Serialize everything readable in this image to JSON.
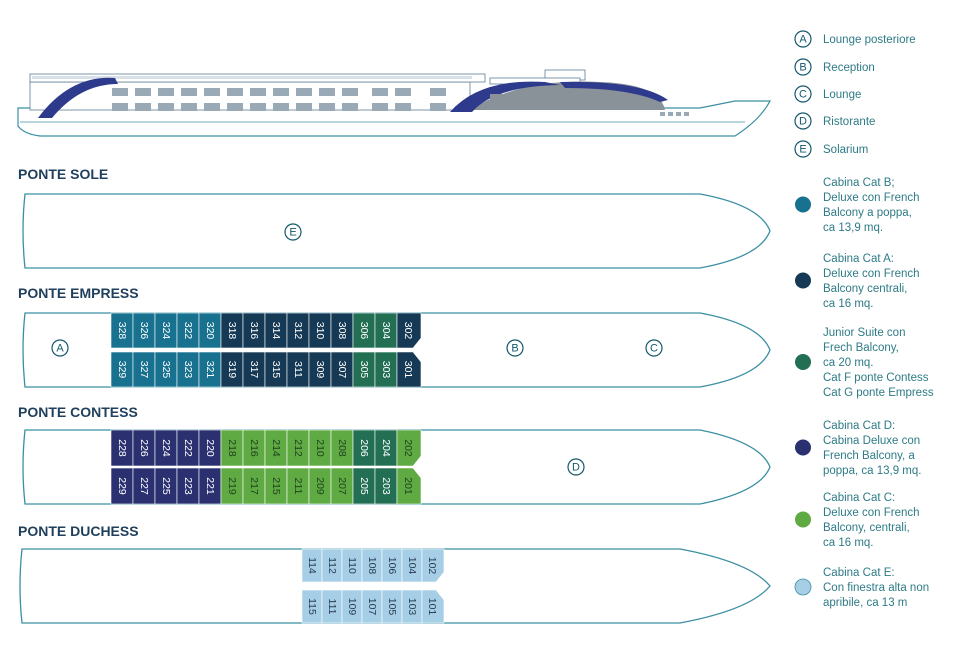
{
  "title": "",
  "colors": {
    "outline": "#3b8fa3",
    "text_teal": "#2e7b86",
    "cat_b": "#17718f",
    "cat_a": "#163a55",
    "junior": "#236f54",
    "cat_d": "#2b3170",
    "cat_c": "#5faa43",
    "cat_e": "#a6cfe7",
    "ship_accent": "#2e3a8c"
  },
  "legend_letters": [
    {
      "letter": "A",
      "label": "Lounge posteriore"
    },
    {
      "letter": "B",
      "label": "Reception"
    },
    {
      "letter": "C",
      "label": "Lounge"
    },
    {
      "letter": "D",
      "label": "Ristorante"
    },
    {
      "letter": "E",
      "label": "Solarium"
    }
  ],
  "legend_categories": [
    {
      "key": "cat_b",
      "lines": [
        "Cabina Cat B;",
        "Deluxe con French",
        "Balcony a poppa,",
        "ca 13,9 mq."
      ]
    },
    {
      "key": "cat_a",
      "lines": [
        "Cabina Cat A:",
        "Deluxe con French",
        "Balcony centrali,",
        "ca 16 mq."
      ]
    },
    {
      "key": "junior",
      "lines": [
        "Junior Suite con",
        "Frech Balcony,",
        "ca 20 mq.",
        "Cat F ponte Contess",
        "Cat G ponte Empress"
      ]
    },
    {
      "key": "cat_d",
      "lines": [
        "Cabina Cat D:",
        "Cabina Deluxe con",
        "French Balcony, a",
        "poppa, ca 13,9 mq."
      ]
    },
    {
      "key": "cat_c",
      "lines": [
        "Cabina Cat C:",
        "Deluxe con French",
        "Balcony, centrali,",
        "ca 16 mq."
      ]
    },
    {
      "key": "cat_e",
      "lines": [
        "Cabina Cat E:",
        "Con finestra alta non",
        "apribile, ca 13 m"
      ]
    }
  ],
  "decks": [
    {
      "id": "sole",
      "name": "PONTE SOLE",
      "markers": [
        "E"
      ],
      "top_row": [],
      "bottom_row": []
    },
    {
      "id": "empress",
      "name": "PONTE EMPRESS",
      "markers": [
        "A",
        "B",
        "C"
      ],
      "top_row": [
        {
          "n": "328",
          "c": "cat_b"
        },
        {
          "n": "326",
          "c": "cat_b"
        },
        {
          "n": "324",
          "c": "cat_b"
        },
        {
          "n": "322",
          "c": "cat_b"
        },
        {
          "n": "320",
          "c": "cat_b"
        },
        {
          "n": "318",
          "c": "cat_a"
        },
        {
          "n": "316",
          "c": "cat_a"
        },
        {
          "n": "314",
          "c": "cat_a"
        },
        {
          "n": "312",
          "c": "cat_a"
        },
        {
          "n": "310",
          "c": "cat_a"
        },
        {
          "n": "308",
          "c": "cat_a"
        },
        {
          "n": "306",
          "c": "junior"
        },
        {
          "n": "304",
          "c": "junior"
        },
        {
          "n": "302",
          "c": "cat_a"
        }
      ],
      "bottom_row": [
        {
          "n": "329",
          "c": "cat_b"
        },
        {
          "n": "327",
          "c": "cat_b"
        },
        {
          "n": "325",
          "c": "cat_b"
        },
        {
          "n": "323",
          "c": "cat_b"
        },
        {
          "n": "321",
          "c": "cat_b"
        },
        {
          "n": "319",
          "c": "cat_a"
        },
        {
          "n": "317",
          "c": "cat_a"
        },
        {
          "n": "315",
          "c": "cat_a"
        },
        {
          "n": "311",
          "c": "cat_a"
        },
        {
          "n": "309",
          "c": "cat_a"
        },
        {
          "n": "307",
          "c": "cat_a"
        },
        {
          "n": "305",
          "c": "junior"
        },
        {
          "n": "303",
          "c": "junior"
        },
        {
          "n": "301",
          "c": "cat_a"
        }
      ]
    },
    {
      "id": "contess",
      "name": "PONTE CONTESS",
      "markers": [
        "D"
      ],
      "top_row": [
        {
          "n": "228",
          "c": "cat_d"
        },
        {
          "n": "226",
          "c": "cat_d"
        },
        {
          "n": "224",
          "c": "cat_d"
        },
        {
          "n": "222",
          "c": "cat_d"
        },
        {
          "n": "220",
          "c": "cat_d"
        },
        {
          "n": "218",
          "c": "cat_c"
        },
        {
          "n": "216",
          "c": "cat_c"
        },
        {
          "n": "214",
          "c": "cat_c"
        },
        {
          "n": "212",
          "c": "cat_c"
        },
        {
          "n": "210",
          "c": "cat_c"
        },
        {
          "n": "208",
          "c": "cat_c"
        },
        {
          "n": "206",
          "c": "junior"
        },
        {
          "n": "204",
          "c": "junior"
        },
        {
          "n": "202",
          "c": "cat_c"
        }
      ],
      "bottom_row": [
        {
          "n": "229",
          "c": "cat_d"
        },
        {
          "n": "227",
          "c": "cat_d"
        },
        {
          "n": "225",
          "c": "cat_d"
        },
        {
          "n": "223",
          "c": "cat_d"
        },
        {
          "n": "221",
          "c": "cat_d"
        },
        {
          "n": "219",
          "c": "cat_c"
        },
        {
          "n": "217",
          "c": "cat_c"
        },
        {
          "n": "215",
          "c": "cat_c"
        },
        {
          "n": "211",
          "c": "cat_c"
        },
        {
          "n": "209",
          "c": "cat_c"
        },
        {
          "n": "207",
          "c": "cat_c"
        },
        {
          "n": "205",
          "c": "junior"
        },
        {
          "n": "203",
          "c": "junior"
        },
        {
          "n": "201",
          "c": "cat_c"
        }
      ]
    },
    {
      "id": "duchess",
      "name": "PONTE DUCHESS",
      "markers": [],
      "top_row": [
        {
          "n": "114",
          "c": "cat_e"
        },
        {
          "n": "112",
          "c": "cat_e"
        },
        {
          "n": "110",
          "c": "cat_e"
        },
        {
          "n": "108",
          "c": "cat_e"
        },
        {
          "n": "106",
          "c": "cat_e"
        },
        {
          "n": "104",
          "c": "cat_e"
        },
        {
          "n": "102",
          "c": "cat_e"
        }
      ],
      "bottom_row": [
        {
          "n": "115",
          "c": "cat_e"
        },
        {
          "n": "111",
          "c": "cat_e"
        },
        {
          "n": "109",
          "c": "cat_e"
        },
        {
          "n": "107",
          "c": "cat_e"
        },
        {
          "n": "105",
          "c": "cat_e"
        },
        {
          "n": "103",
          "c": "cat_e"
        },
        {
          "n": "101",
          "c": "cat_e"
        }
      ]
    }
  ]
}
